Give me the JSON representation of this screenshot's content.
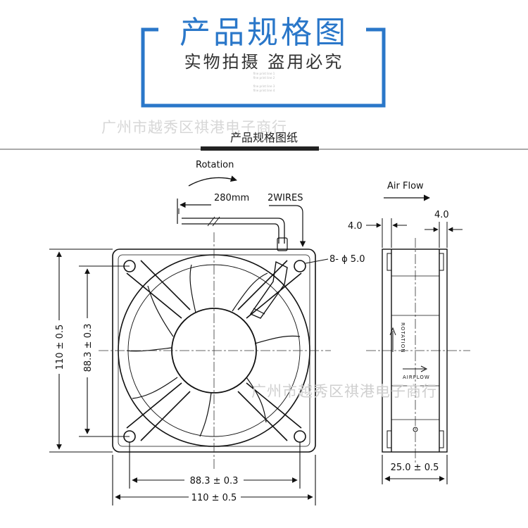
{
  "header": {
    "title": "产品规格图",
    "subtitle": "实物拍摄 盗用必究",
    "fine_print": [
      "fine print line 1",
      "fine print line 2",
      "fine print line 3",
      "fine print line 4"
    ],
    "accent_color": "#2a77c9"
  },
  "watermark": {
    "text_top": "广州市越秀区祺港电子商行",
    "text_mid": "广州市越秀区祺港电子商行"
  },
  "section_title": "产品规格图纸",
  "diagram": {
    "rotation_label": "Rotation",
    "cable_length": "280mm",
    "wires_label": "2WIRES",
    "hole_label": "8- ϕ 5.0",
    "airflow_label": "Air Flow",
    "dim_left_spacing": "4.0",
    "dim_right_spacing": "4.0",
    "dim_outer_height": "110 ± 0.5",
    "dim_inner_height": "88.3 ± 0.3",
    "dim_inner_width": "88.3 ± 0.3",
    "dim_outer_width": "110 ± 0.5",
    "dim_depth": "25.0 ± 0.5",
    "side_rotation_text": "ROTATION",
    "side_airflow_text": "AIRFLOW"
  }
}
